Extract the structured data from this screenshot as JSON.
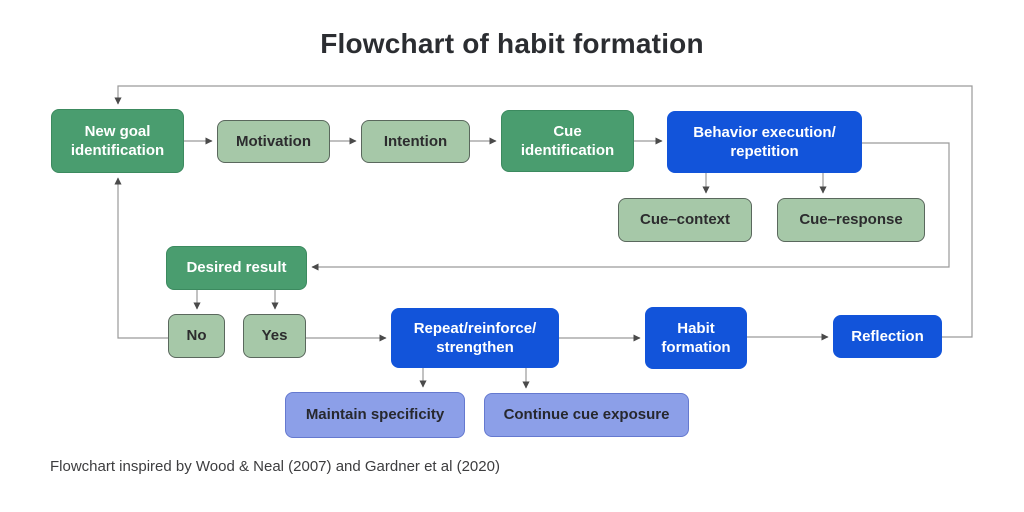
{
  "title": "Flowchart of habit formation",
  "caption": "Flowchart inspired by Wood & Neal (2007) and Gardner et al (2020)",
  "colors": {
    "dark_green": "#4a9d6f",
    "light_green": "#a6c8a8",
    "blue": "#1254da",
    "purple": "#8c9fe8",
    "connector_line": "#9a9a9a",
    "arrowhead": "#4a4a4a",
    "title_text": "#2b2d31",
    "caption_text": "#3d3d3f"
  },
  "nodes": {
    "new_goal": "New goal identification",
    "motivation": "Motivation",
    "intention": "Intention",
    "cue_identification": "Cue identification",
    "behavior_execution": "Behavior execution/ repetition",
    "cue_context": "Cue–context",
    "cue_response": "Cue–response",
    "desired_result": "Desired result",
    "no": "No",
    "yes": "Yes",
    "repeat_reinforce": "Repeat/reinforce/ strengthen",
    "habit_formation": "Habit formation",
    "reflection": "Reflection",
    "maintain_specificity": "Maintain specificity",
    "continue_cue_exposure": "Continue cue exposure"
  },
  "edges": [
    {
      "from": "new_goal",
      "to": "motivation"
    },
    {
      "from": "motivation",
      "to": "intention"
    },
    {
      "from": "intention",
      "to": "cue_identification"
    },
    {
      "from": "cue_identification",
      "to": "behavior_execution"
    },
    {
      "from": "behavior_execution",
      "to": "cue_context"
    },
    {
      "from": "behavior_execution",
      "to": "cue_response"
    },
    {
      "from": "behavior_execution",
      "to": "desired_result"
    },
    {
      "from": "desired_result",
      "to": "no"
    },
    {
      "from": "desired_result",
      "to": "yes"
    },
    {
      "from": "no",
      "to": "new_goal"
    },
    {
      "from": "yes",
      "to": "repeat_reinforce"
    },
    {
      "from": "repeat_reinforce",
      "to": "maintain_specificity"
    },
    {
      "from": "repeat_reinforce",
      "to": "continue_cue_exposure"
    },
    {
      "from": "repeat_reinforce",
      "to": "habit_formation"
    },
    {
      "from": "habit_formation",
      "to": "reflection"
    },
    {
      "from": "reflection",
      "to": "new_goal"
    }
  ]
}
